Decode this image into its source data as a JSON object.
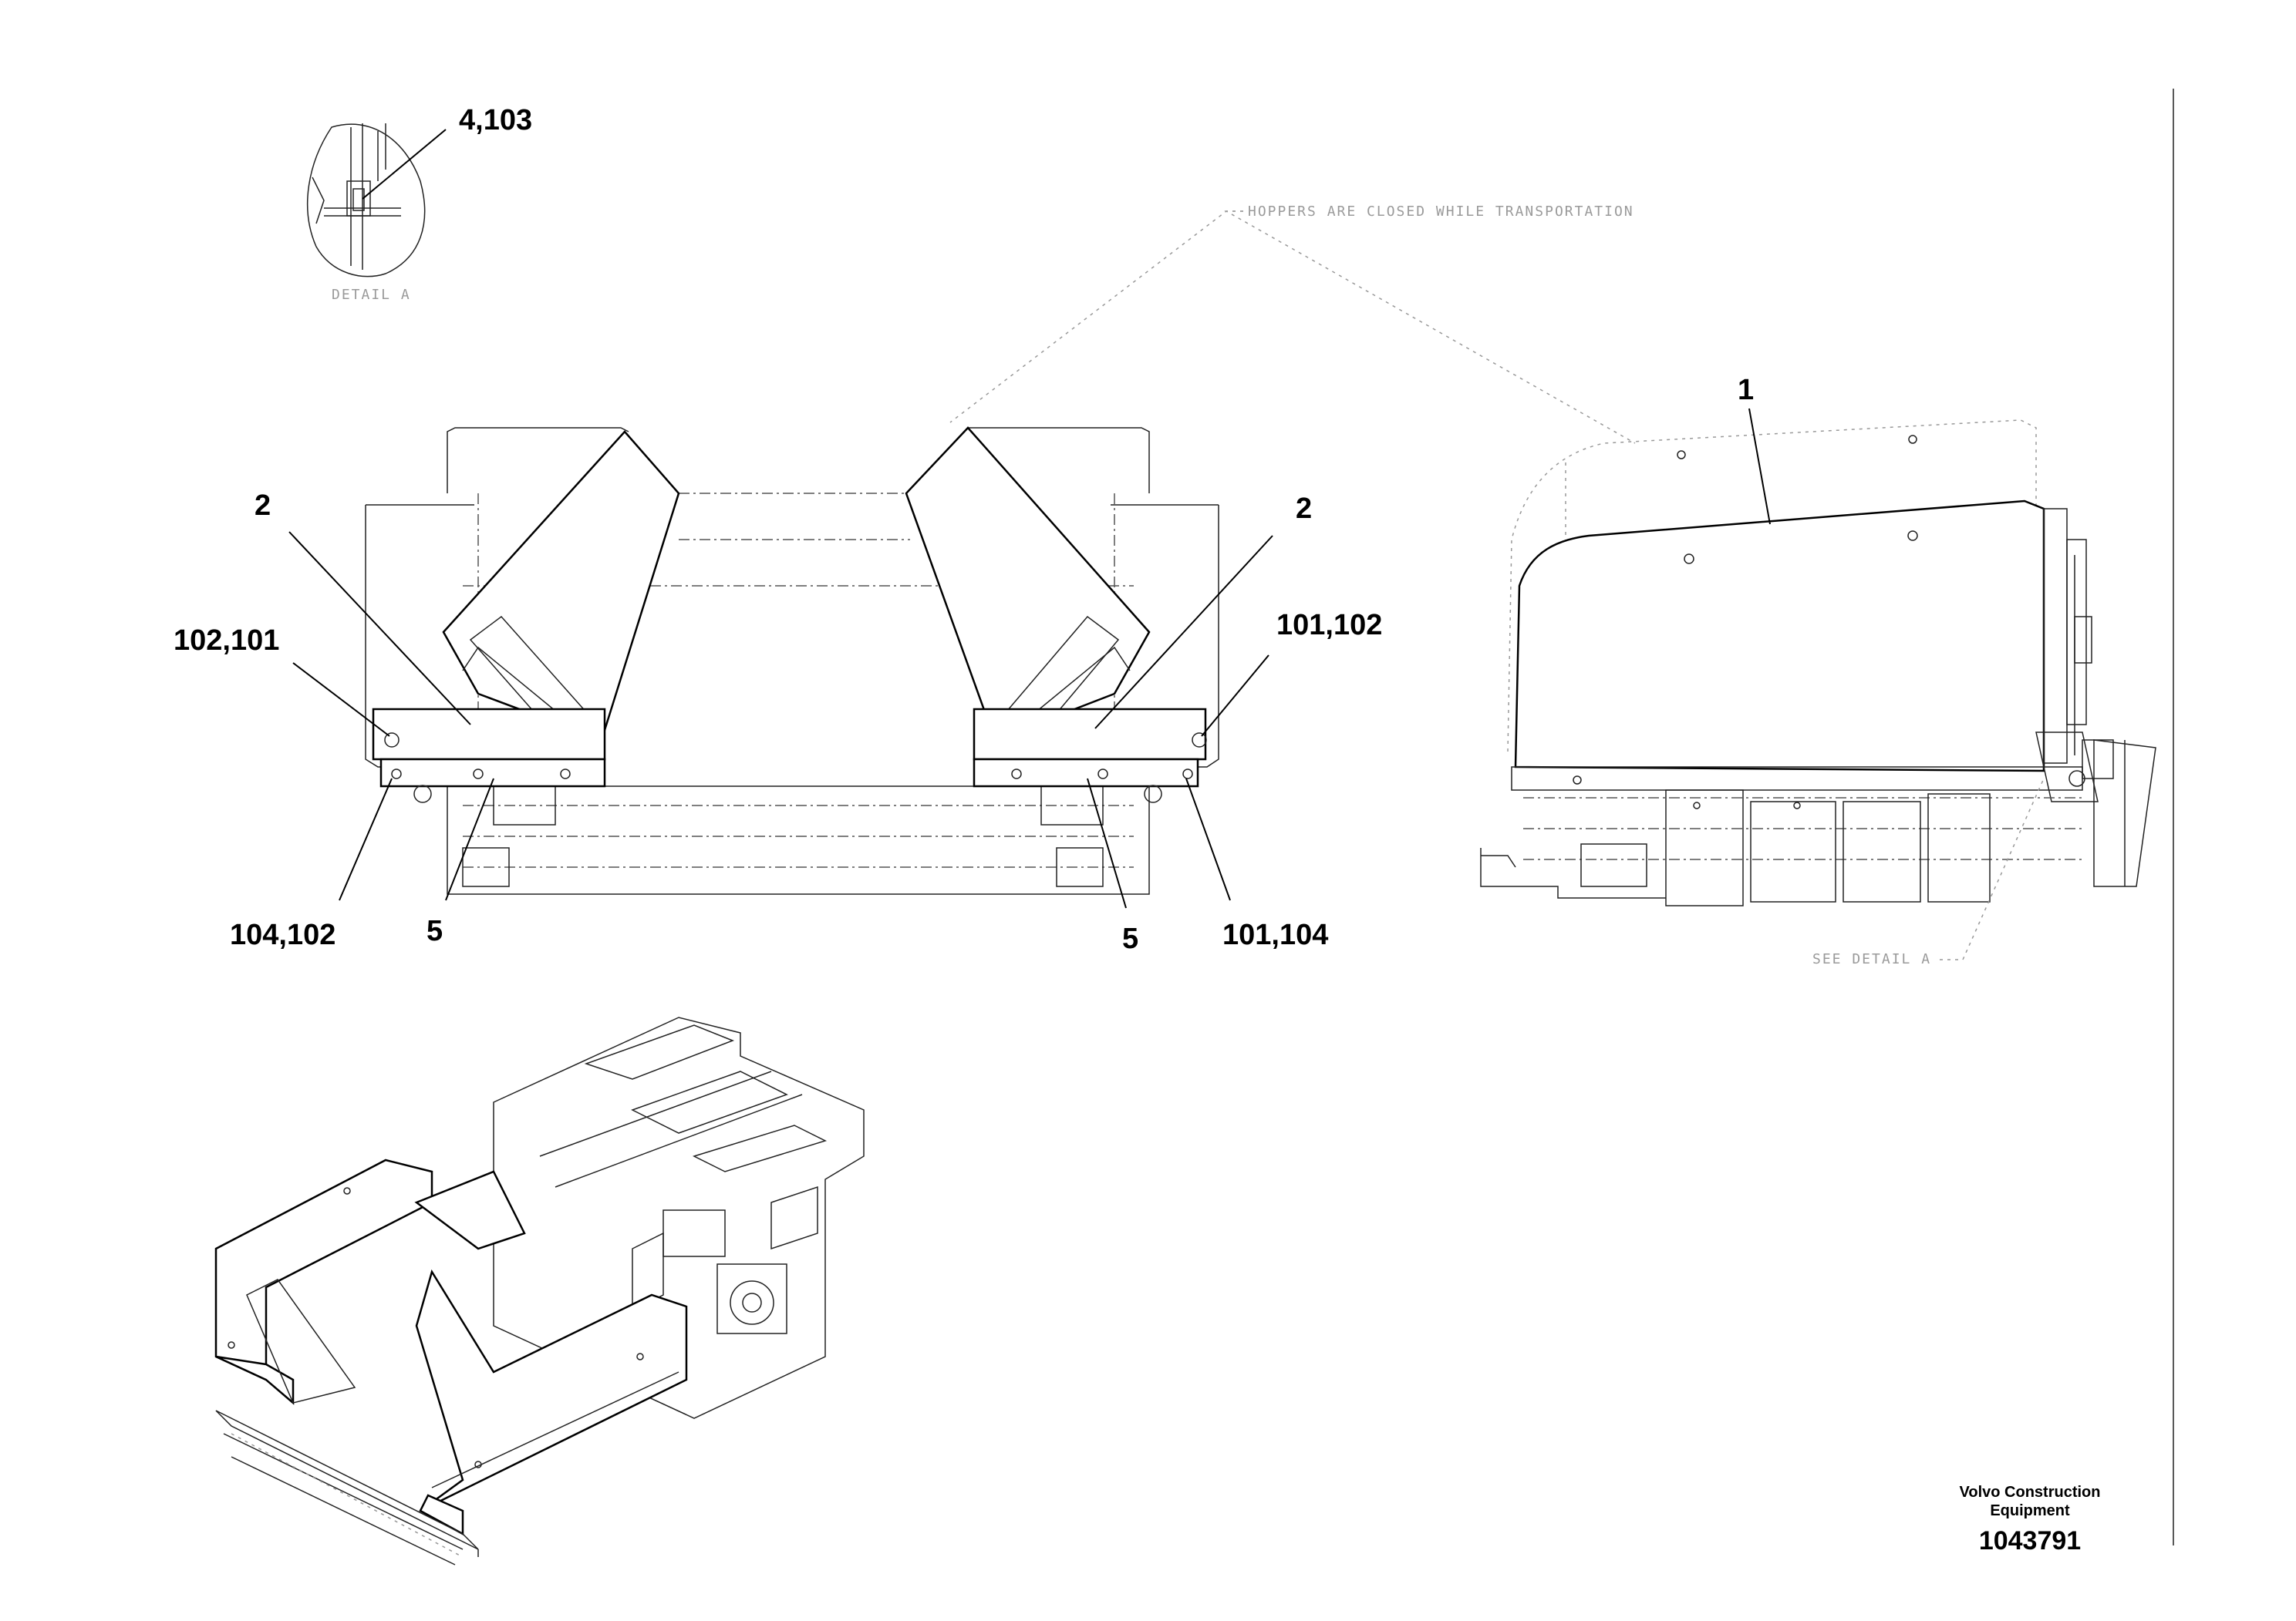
{
  "callouts": {
    "detail_ref": "4,103",
    "front_left_hopper": "2",
    "front_right_hopper": "2",
    "front_left_upper": "102,101",
    "front_right_upper": "101,102",
    "front_left_lower": "104,102",
    "front_left_strip": "5",
    "front_right_strip": "5",
    "front_right_lower": "101,104",
    "side_hopper": "1"
  },
  "notes": {
    "detail_label": "DETAIL  A",
    "transport_note": "HOPPERS ARE CLOSED WHILE TRANSPORTATION",
    "see_detail": "SEE DETAIL  A"
  },
  "title_block": {
    "company_line1": "Volvo Construction",
    "company_line2": "Equipment",
    "document_number": "1043791"
  }
}
